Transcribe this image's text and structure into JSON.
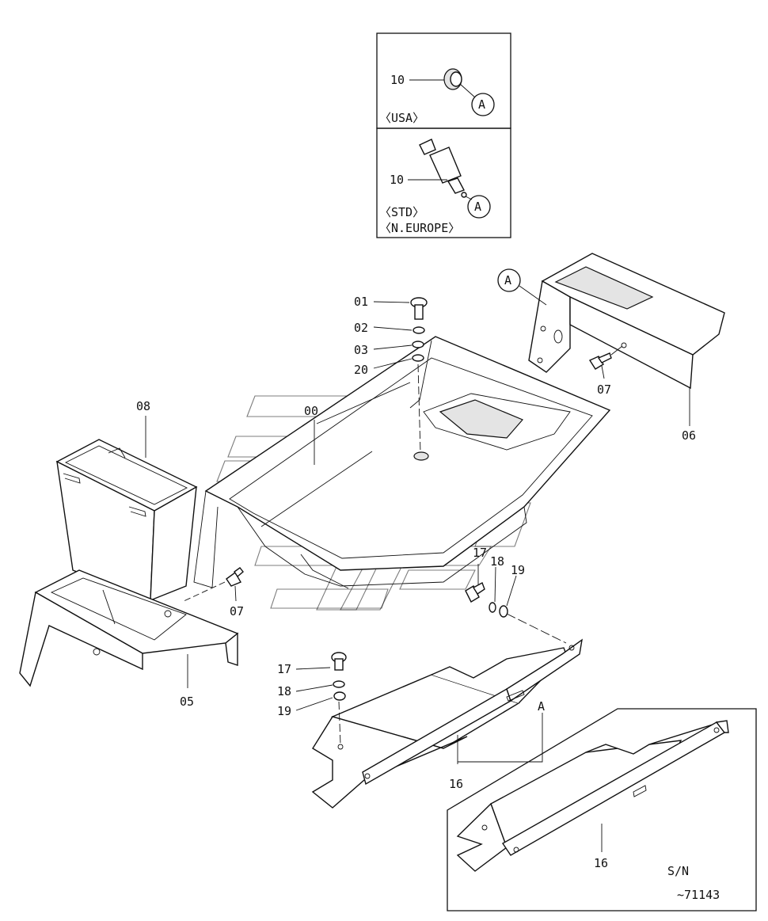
{
  "inset": {
    "usa": {
      "part_label": "10",
      "ref_label": "A",
      "region_label": "〈USA〉"
    },
    "std": {
      "part_label": "10",
      "ref_label": "A",
      "region_label_1": "〈STD〉",
      "region_label_2": "〈N.EUROPE〉"
    }
  },
  "callouts": {
    "p00": "00",
    "p01": "01",
    "p02": "02",
    "p03": "03",
    "p20": "20",
    "p05": "05",
    "p06": "06",
    "p07a": "07",
    "p07b": "07",
    "p08": "08",
    "p17a": "17",
    "p18a": "18",
    "p19a": "19",
    "p17b": "17",
    "p18b": "18",
    "p19b": "19",
    "p16a": "16",
    "p16b": "16",
    "refA_top": "A",
    "refA_bracket": "A"
  },
  "serial": {
    "line1": "S/N",
    "line2": "~71143"
  }
}
